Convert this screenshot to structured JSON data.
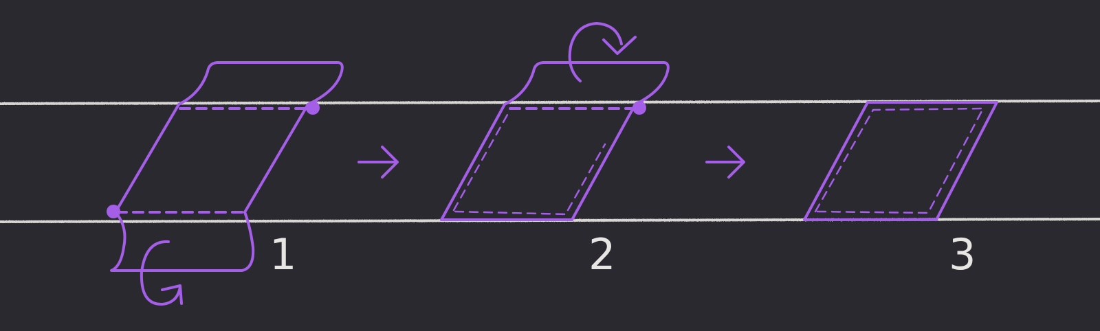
{
  "colors": {
    "background": "#2b2930",
    "accent": "#a45ee8",
    "guide": "#d8d6d2",
    "label": "#e8e6e3"
  },
  "steps": [
    {
      "label": "1"
    },
    {
      "label": "2"
    },
    {
      "label": "3"
    }
  ],
  "arrows": [
    {
      "icon": "right-arrow-icon"
    },
    {
      "icon": "right-arrow-icon"
    }
  ]
}
